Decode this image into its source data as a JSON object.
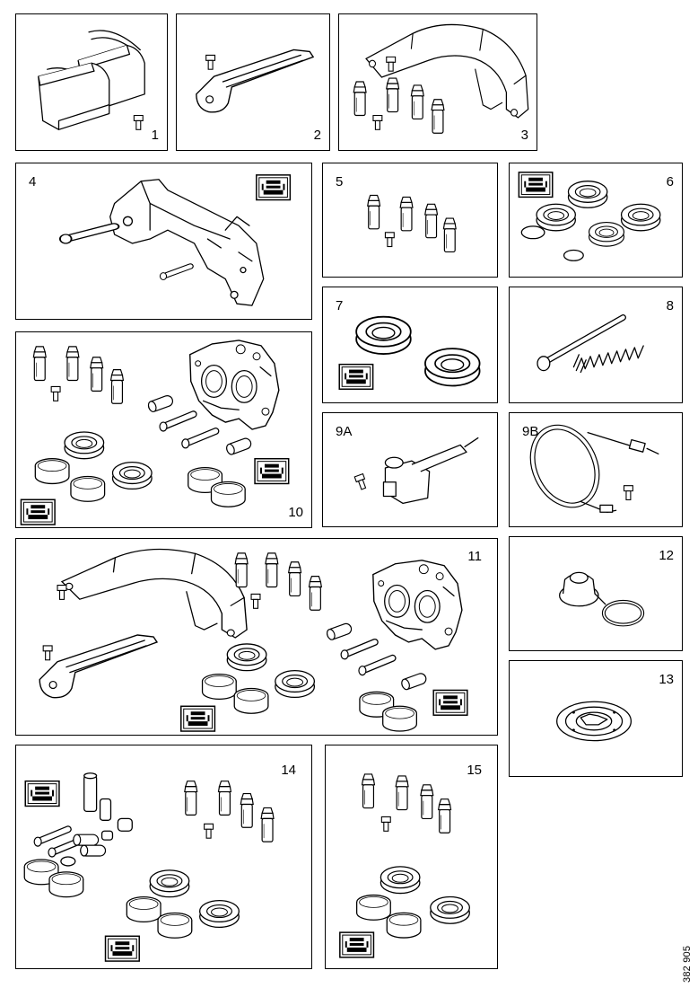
{
  "panels": [
    {
      "id": "1",
      "label": "1"
    },
    {
      "id": "2",
      "label": "2"
    },
    {
      "id": "3",
      "label": "3"
    },
    {
      "id": "4",
      "label": "4"
    },
    {
      "id": "5",
      "label": "5"
    },
    {
      "id": "6",
      "label": "6"
    },
    {
      "id": "7",
      "label": "7"
    },
    {
      "id": "8",
      "label": "8"
    },
    {
      "id": "9a",
      "label": "9A"
    },
    {
      "id": "9b",
      "label": "9B"
    },
    {
      "id": "10",
      "label": "10"
    },
    {
      "id": "11",
      "label": "11"
    },
    {
      "id": "12",
      "label": "12"
    },
    {
      "id": "13",
      "label": "13"
    },
    {
      "id": "14",
      "label": "14"
    },
    {
      "id": "15",
      "label": "15"
    }
  ],
  "reference_number": "382 905",
  "icons": {
    "manual_symbol": "book-icon"
  }
}
